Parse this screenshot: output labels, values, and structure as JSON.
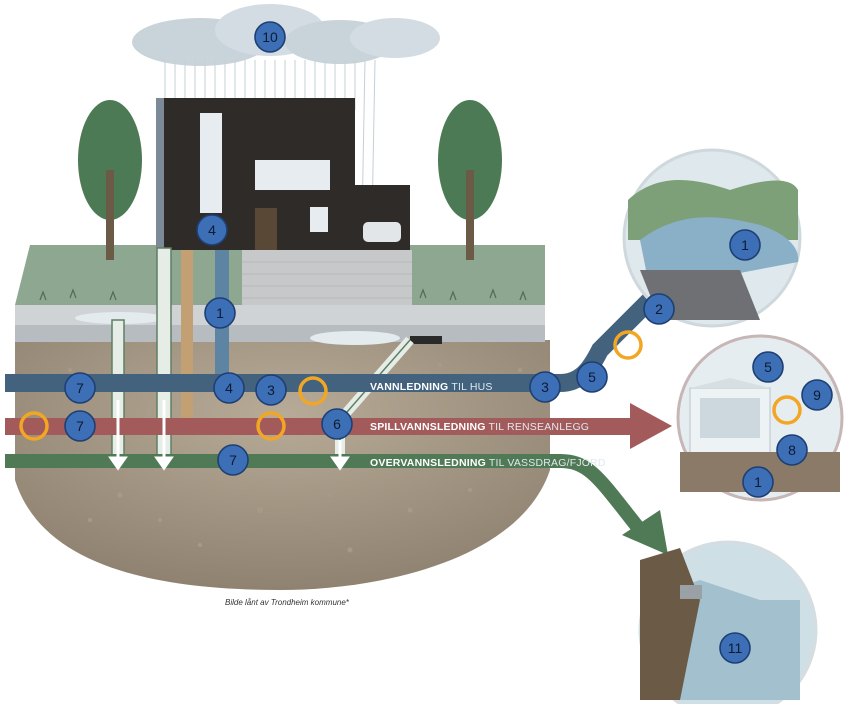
{
  "pipes": {
    "water": {
      "bold": "VANNLEDNING",
      "rest": " TIL HUS"
    },
    "sewage": {
      "bold": "SPILLVANNSLEDNING",
      "rest": " TIL RENSEANLEGG"
    },
    "storm": {
      "bold": "OVERVANNSLEDNING",
      "rest": " TIL VASSDRAG/FJORD"
    }
  },
  "credit": "Bilde lånt av Trondheim kommune*",
  "badges": [
    "10",
    "4",
    "1",
    "7",
    "4",
    "3",
    "3",
    "5",
    "2",
    "7",
    "6",
    "7",
    "1",
    "5",
    "9",
    "8",
    "1",
    "11"
  ],
  "colors": {
    "badge_fill": "#3d6fb6",
    "water_pipe": "#43627e",
    "sewage_pipe": "#a35a5a",
    "storm_pipe": "#4f7a55",
    "pump_symbol": "#f3a623"
  }
}
